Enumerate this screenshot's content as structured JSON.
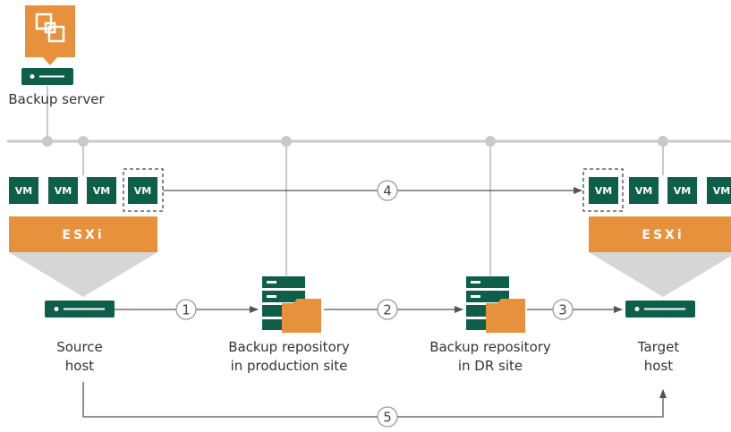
{
  "backup_server": {
    "label": "Backup server"
  },
  "source_host": {
    "hypervisor": "ESXi",
    "vms": [
      "VM",
      "VM",
      "VM",
      "VM"
    ],
    "label_line1": "Source",
    "label_line2": "host"
  },
  "target_host": {
    "hypervisor": "ESXi",
    "vms": [
      "VM",
      "VM",
      "VM",
      "VM"
    ],
    "label_line1": "Target",
    "label_line2": "host"
  },
  "repo_production": {
    "label_line1": "Backup repository",
    "label_line2": "in production site"
  },
  "repo_dr": {
    "label_line1": "Backup repository",
    "label_line2": "in DR site"
  },
  "steps": [
    "1",
    "2",
    "3",
    "4",
    "5"
  ],
  "colors": {
    "orange": "#E8913C",
    "green": "#0E5F49",
    "gray": "#C9C9C9",
    "arrow": "#555555"
  }
}
